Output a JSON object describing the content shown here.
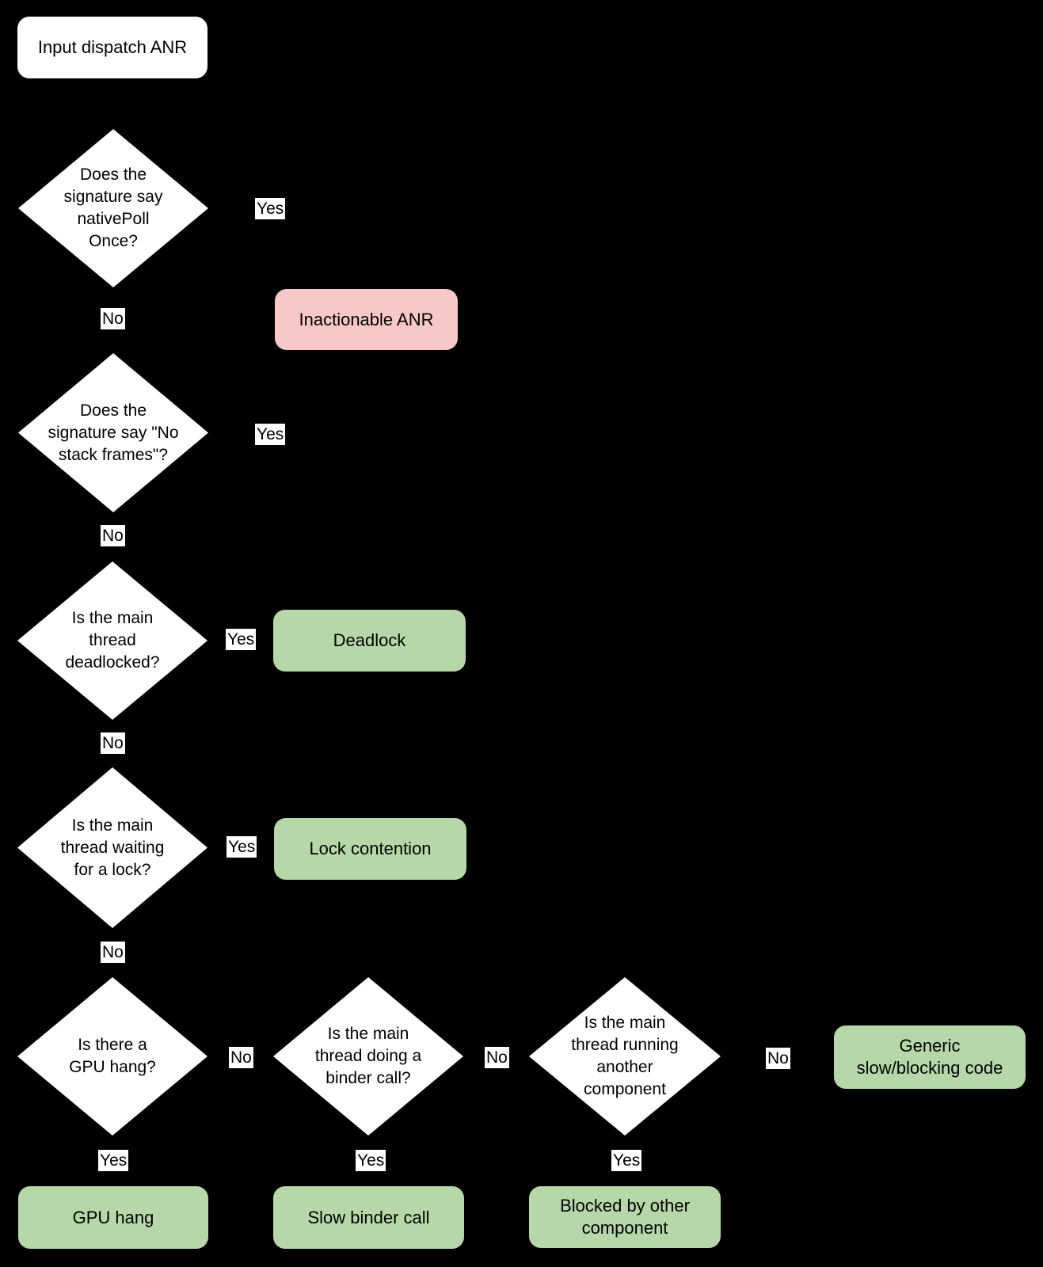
{
  "colors": {
    "background": "#000000",
    "node_fill": "#ffffff",
    "terminal_green": "#b6d7a8",
    "terminal_red": "#f7c8c5",
    "label_bg": "#ffffff",
    "text": "#000000"
  },
  "flowchart": {
    "start": {
      "text": "Input dispatch ANR"
    },
    "decisions": {
      "native_poll": {
        "text": "Does the\nsignature say\nnativePoll\nOnce?"
      },
      "no_stack_frames": {
        "text": "Does the\nsignature say \"No\nstack frames\"?"
      },
      "deadlocked": {
        "text": "Is the main\nthread\ndeadlocked?"
      },
      "waiting_lock": {
        "text": "Is the main\nthread waiting\nfor a lock?"
      },
      "gpu_hang": {
        "text": "Is there a\nGPU hang?"
      },
      "binder_call": {
        "text": "Is the main\nthread doing a\nbinder call?"
      },
      "other_component": {
        "text": "Is the main\nthread running\nanother\ncomponent"
      }
    },
    "terminals": {
      "inactionable": {
        "text": "Inactionable ANR",
        "color": "#f7c8c5"
      },
      "deadlock": {
        "text": "Deadlock",
        "color": "#b6d7a8"
      },
      "lock_contention": {
        "text": "Lock contention",
        "color": "#b6d7a8"
      },
      "generic": {
        "text": "Generic\nslow/blocking code",
        "color": "#b6d7a8"
      },
      "gpu_hang": {
        "text": "GPU hang",
        "color": "#b6d7a8"
      },
      "slow_binder": {
        "text": "Slow binder call",
        "color": "#b6d7a8"
      },
      "blocked_other": {
        "text": "Blocked by other\ncomponent",
        "color": "#b6d7a8"
      }
    },
    "edge_labels": {
      "yes": "Yes",
      "no": "No"
    }
  }
}
